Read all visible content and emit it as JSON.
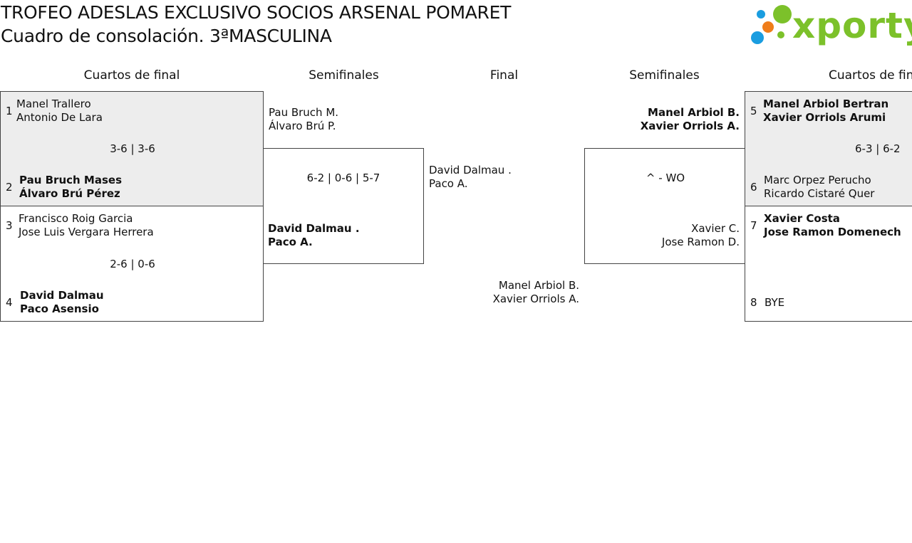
{
  "header": {
    "title": "TROFEO ADESLAS EXCLUSIVO SOCIOS ARSENAL POMARET",
    "subtitle": "Cuadro de consolación. 3ªMASCULINA",
    "logo_text": "xporty",
    "logo_colors": {
      "green": "#7cc12a",
      "blue": "#1a9de0",
      "orange": "#ef7d1a"
    }
  },
  "columns": {
    "left_quarters": "Cuartos de final",
    "left_semis": "Semifinales",
    "final": "Final",
    "right_semis": "Semifinales",
    "right_quarters": "Cuartos de final"
  },
  "left_quarters": [
    {
      "seed_a": "1",
      "a1": "Manel Trallero",
      "a2": "Antonio De Lara",
      "score": "3-6 | 3-6",
      "seed_b": "2",
      "b1": "Pau Bruch Mases",
      "b2": "Álvaro Brú Pérez"
    },
    {
      "seed_a": "3",
      "a1": "Francisco Roig Garcia",
      "a2": "Jose Luis Vergara Herrera",
      "score": "2-6 | 0-6",
      "seed_b": "4",
      "b1": "David Dalmau",
      "b2": "Paco Asensio"
    }
  ],
  "left_semi": {
    "top1": "Pau Bruch M.",
    "top2": "Álvaro Brú P.",
    "score": "6-2 | 0-6 | 5-7",
    "bot1": "David Dalmau .",
    "bot2": "Paco A."
  },
  "final": {
    "left1": "David Dalmau .",
    "left2": "Paco A.",
    "right1": "Manel Arbiol B.",
    "right2": "Xavier Orriols A."
  },
  "right_semi": {
    "top1": "Manel Arbiol B.",
    "top2": "Xavier Orriols A.",
    "score": "^ - WO",
    "bot1": "Xavier C.",
    "bot2": "Jose Ramon D."
  },
  "right_quarters": [
    {
      "seed_a": "5",
      "a1": "Manel Arbiol Bertran",
      "a2": "Xavier Orriols Arumi",
      "score": "6-3 | 6-2",
      "seed_b": "6",
      "b1": "Marc Orpez Perucho",
      "b2": "Ricardo Cistaré Quer"
    },
    {
      "seed_a": "7",
      "a1": "Xavier Costa",
      "a2": "Jose Ramon Domenech",
      "score": "",
      "seed_b": "8",
      "b1": "BYE",
      "b2": ""
    }
  ]
}
